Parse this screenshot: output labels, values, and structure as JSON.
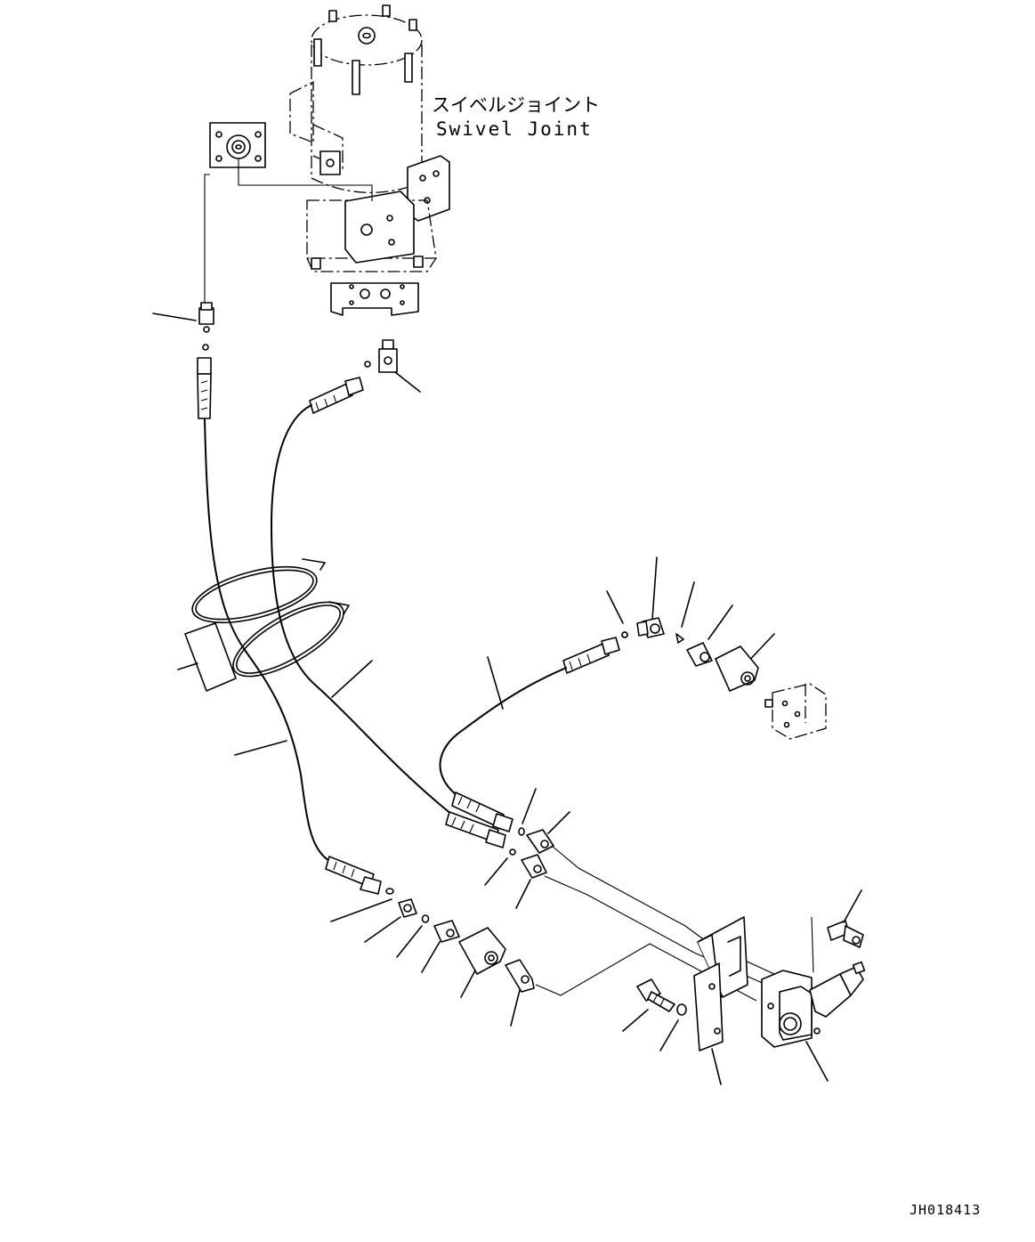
{
  "labels": {
    "swivel_jp": "スイベルジョイント",
    "swivel_en": "Swivel Joint",
    "drawing_code": "JH018413"
  }
}
